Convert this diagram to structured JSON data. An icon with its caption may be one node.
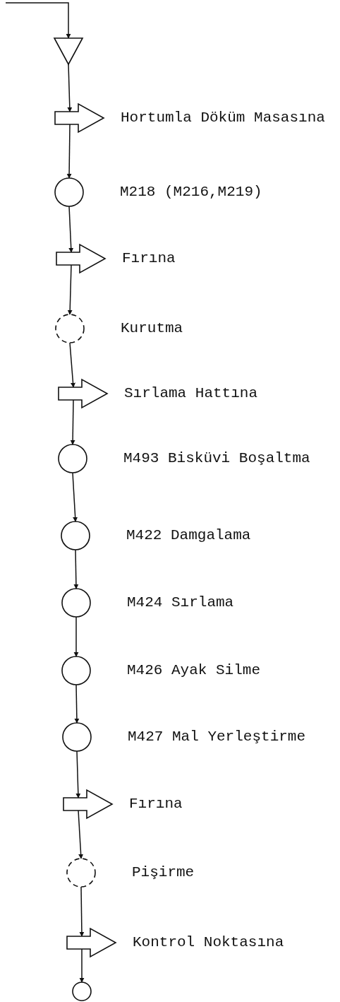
{
  "diagram": {
    "nodes": [
      {
        "text": [],
        "shape": "triangle"
      },
      {
        "text": [],
        "shape": "arrow",
        "beside": [
          "Hortumla Döküm Masasına"
        ]
      },
      {
        "text": [],
        "shape": "circle",
        "beside": [
          "M218 (M216,M219)"
        ]
      },
      {
        "text": [],
        "shape": "arrow",
        "beside": [
          "Fırına"
        ]
      },
      {
        "text": [],
        "shape": "circle",
        "beside": [
          "Kurutma"
        ]
      },
      {
        "text": [],
        "shape": "arrow",
        "beside": [
          "Sırlama Hattına"
        ]
      },
      {
        "text": [],
        "shape": "circle",
        "beside": [
          "M493 Bisküvi Boşaltma"
        ]
      },
      {
        "text": [],
        "shape": "circle",
        "beside": [
          "M422 Damgalama"
        ]
      },
      {
        "text": [],
        "shape": "circle",
        "beside": [
          "M424 Sırlama"
        ]
      },
      {
        "text": [],
        "shape": "circle",
        "beside": [
          "M426 Ayak Silme"
        ]
      },
      {
        "text": [],
        "shape": "circle",
        "beside": [
          "M427 Mal Yerleştirme"
        ]
      },
      {
        "text": [],
        "shape": "arrow",
        "beside": [
          "Fırına"
        ]
      },
      {
        "text": [],
        "shape": "circle",
        "beside": [
          "Pişirme"
        ]
      },
      {
        "text": [],
        "shape": "arrow",
        "beside": [
          "Kontrol Noktasına"
        ]
      },
      {
        "text": [],
        "shape": "circle"
      }
    ],
    "edges": [
      {
        "from": null,
        "to": 0,
        "arrow": "to"
      },
      {
        "from": 0,
        "to": 1,
        "arrow": "to"
      },
      {
        "from": 1,
        "to": 2,
        "arrow": "to"
      },
      {
        "from": 2,
        "to": 3,
        "arrow": "to"
      },
      {
        "from": 3,
        "to": 4,
        "arrow": "to"
      },
      {
        "from": 4,
        "to": 5,
        "arrow": "to"
      },
      {
        "from": 5,
        "to": 6,
        "arrow": "to"
      },
      {
        "from": 6,
        "to": 7,
        "arrow": "to"
      },
      {
        "from": 7,
        "to": 8,
        "arrow": "to"
      },
      {
        "from": 8,
        "to": 9,
        "arrow": "to"
      },
      {
        "from": 9,
        "to": 10,
        "arrow": "to"
      },
      {
        "from": 10,
        "to": 11,
        "arrow": "to"
      },
      {
        "from": 11,
        "to": 12,
        "arrow": "to"
      },
      {
        "from": 12,
        "to": 13,
        "arrow": "to"
      },
      {
        "from": 13,
        "to": 14,
        "arrow": "to"
      }
    ]
  }
}
